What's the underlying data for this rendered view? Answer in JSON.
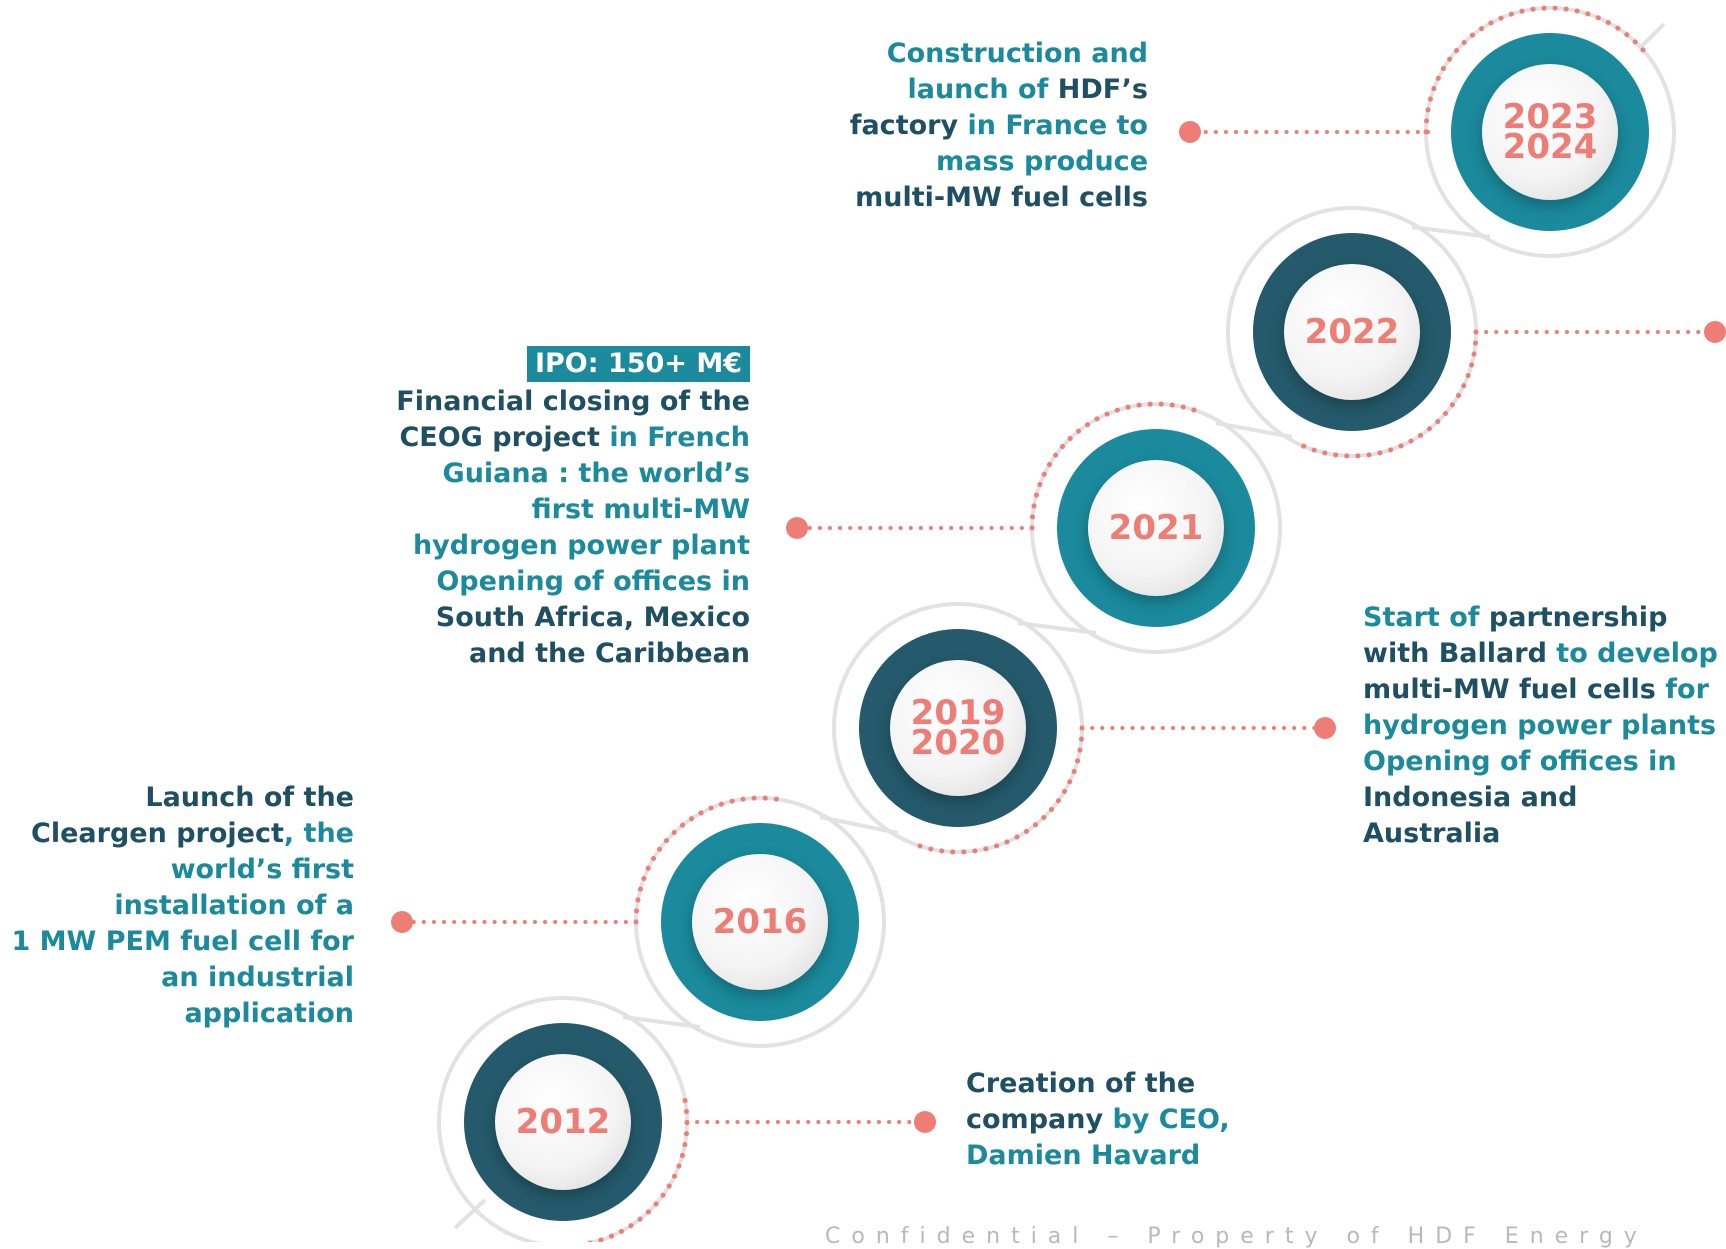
{
  "colors": {
    "teal": "#1a8a9c",
    "dark_teal": "#245a6b",
    "coral": "#ee7d75",
    "text_dark": "#1e4f62",
    "text_teal": "#1a8a9c",
    "track_gray": "#e2e2e2"
  },
  "milestones": [
    {
      "id": "2012",
      "year_lines": [
        "2012"
      ],
      "ring": "dark"
    },
    {
      "id": "2016",
      "year_lines": [
        "2016"
      ],
      "ring": "teal"
    },
    {
      "id": "2019-2020",
      "year_lines": [
        "2019",
        "2020"
      ],
      "ring": "dark"
    },
    {
      "id": "2021",
      "year_lines": [
        "2021"
      ],
      "ring": "teal"
    },
    {
      "id": "2022",
      "year_lines": [
        "2022"
      ],
      "ring": "dark"
    },
    {
      "id": "2023-2024",
      "year_lines": [
        "2023",
        "2024"
      ],
      "ring": "teal"
    }
  ],
  "descriptions": {
    "m2023": [
      [
        {
          "t": "Construction and",
          "c": "tl"
        }
      ],
      [
        {
          "t": "launch of ",
          "c": "tl"
        },
        {
          "t": "HDF’s",
          "c": "dk"
        }
      ],
      [
        {
          "t": "factory",
          "c": "dk"
        },
        {
          "t": " in France to",
          "c": "tl"
        }
      ],
      [
        {
          "t": "mass produce",
          "c": "tl"
        }
      ],
      [
        {
          "t": "multi-MW fuel cells",
          "c": "dk"
        }
      ]
    ],
    "m2021_badge": "IPO: 150+ M€",
    "m2021": [
      [
        {
          "t": "Financial closing of the",
          "c": "dk"
        }
      ],
      [
        {
          "t": "CEOG project",
          "c": "dk"
        },
        {
          "t": " in French",
          "c": "tl"
        }
      ],
      [
        {
          "t": "Guiana : the world’s",
          "c": "tl"
        }
      ],
      [
        {
          "t": "first multi-MW",
          "c": "tl"
        }
      ],
      [
        {
          "t": "hydrogen power plant",
          "c": "tl"
        }
      ],
      [
        {
          "t": "Opening of offices in",
          "c": "tl"
        }
      ],
      [
        {
          "t": "South Africa, Mexico",
          "c": "dk"
        }
      ],
      [
        {
          "t": "and the Caribbean",
          "c": "dk"
        }
      ]
    ],
    "m2019": [
      [
        {
          "t": "Start of",
          "c": "tl"
        },
        {
          "t": " partnership",
          "c": "dk"
        }
      ],
      [
        {
          "t": "with Ballard",
          "c": "dk"
        },
        {
          "t": " to develop",
          "c": "tl"
        }
      ],
      [
        {
          "t": "multi-MW fuel cells",
          "c": "dk"
        },
        {
          "t": " for",
          "c": "tl"
        }
      ],
      [
        {
          "t": "hydrogen power plants",
          "c": "tl"
        }
      ],
      [
        {
          "t": "Opening of offices in",
          "c": "tl"
        }
      ],
      [
        {
          "t": "Indonesia and",
          "c": "dk"
        }
      ],
      [
        {
          "t": "Australia",
          "c": "dk"
        }
      ]
    ],
    "m2016": [
      [
        {
          "t": "Launch of the",
          "c": "dk"
        }
      ],
      [
        {
          "t": "Cleargen project",
          "c": "dk"
        },
        {
          "t": ", the",
          "c": "tl"
        }
      ],
      [
        {
          "t": "world’s first",
          "c": "tl"
        }
      ],
      [
        {
          "t": "installation of a",
          "c": "tl"
        }
      ],
      [
        {
          "t": "1 MW PEM fuel cell for",
          "c": "tl"
        }
      ],
      [
        {
          "t": "an industrial",
          "c": "tl"
        }
      ],
      [
        {
          "t": "application",
          "c": "tl"
        }
      ]
    ],
    "m2012": [
      [
        {
          "t": "Creation of the",
          "c": "dk"
        }
      ],
      [
        {
          "t": "company",
          "c": "dk"
        },
        {
          "t": " by CEO,",
          "c": "tl"
        }
      ],
      [
        {
          "t": "Damien Havard",
          "c": "tl"
        }
      ]
    ]
  },
  "footer": "Confidential – Property of HDF Energy"
}
